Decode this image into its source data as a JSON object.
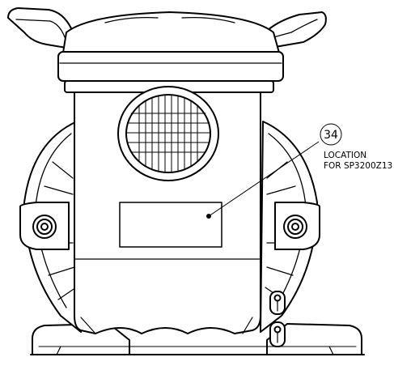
{
  "diagram": {
    "callout": {
      "number": "34",
      "label_line1": "LOCATION",
      "label_line2": "FOR SP3200Z13"
    },
    "colors": {
      "outline": "#000000",
      "background": "#ffffff",
      "fill": "#ffffff"
    }
  }
}
